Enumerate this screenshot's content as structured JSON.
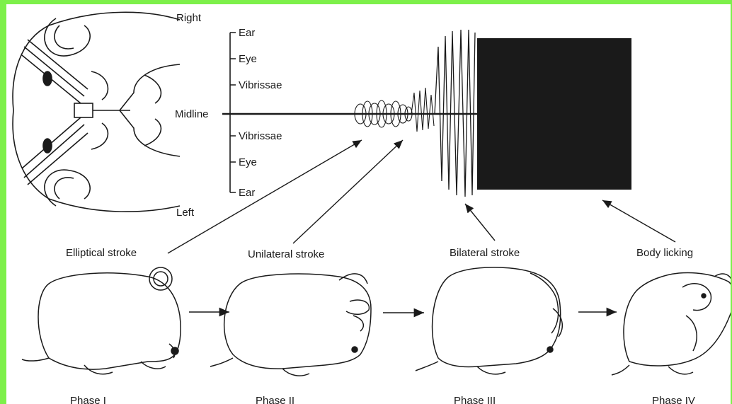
{
  "labels": {
    "right": "Right",
    "left": "Left",
    "midline": "Midline",
    "upper": [
      "Ear",
      "Eye",
      "Vibrissae"
    ],
    "lower": [
      "Vibrissae",
      "Eye",
      "Ear"
    ]
  },
  "strokes": {
    "elliptical": "Elliptical stroke",
    "unilateral": "Unilateral stroke",
    "bilateral": "Bilateral stroke",
    "body": "Body licking"
  },
  "phases": [
    "Phase I",
    "Phase II",
    "Phase III",
    "Phase IV"
  ],
  "colors": {
    "frame": "#7df04a",
    "frame_dark": "#1d7a12",
    "ink": "#1a1a1a"
  }
}
